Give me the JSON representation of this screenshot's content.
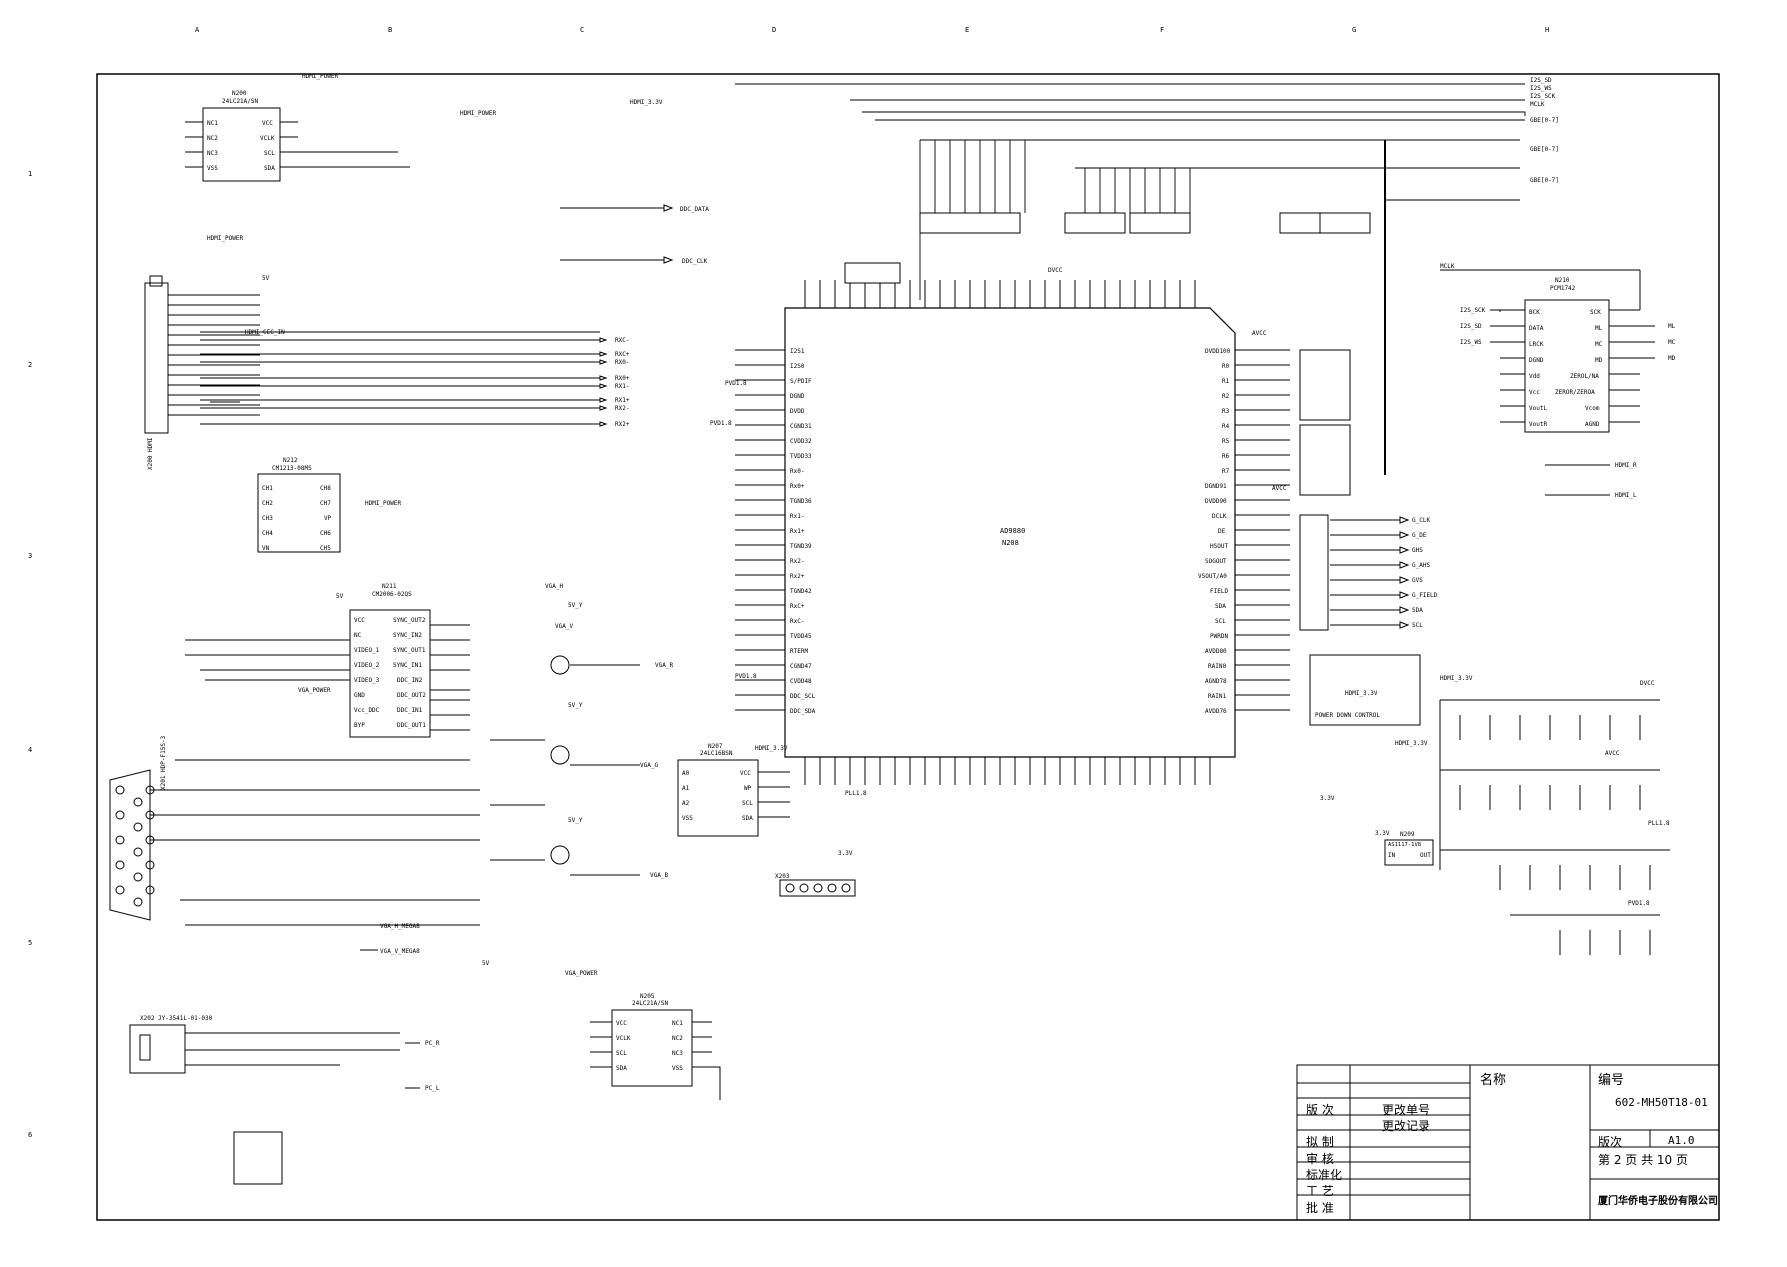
{
  "sheet": {
    "column_markers": [
      "A",
      "B",
      "C",
      "D",
      "E",
      "F",
      "G",
      "H"
    ],
    "row_markers": [
      "1",
      "2",
      "3",
      "4",
      "5",
      "6"
    ]
  },
  "ic_chips": [
    {
      "ref": "N200",
      "part": "24LC21A/SN",
      "pins_left": [
        "NC1",
        "NC2",
        "NC3",
        "VSS"
      ],
      "pins_right": [
        "VCC",
        "VCLK",
        "SCL",
        "SDA"
      ]
    },
    {
      "ref": "N212",
      "part": "CM1213-08MS",
      "pins_left": [
        "CH1",
        "CH2",
        "CH3",
        "CH4",
        "VN"
      ],
      "pins_right": [
        "CH8",
        "CH7",
        "VP",
        "CH6",
        "CH5"
      ]
    },
    {
      "ref": "N211",
      "part": "CM2006-02QS",
      "pins_left": [
        "VCC",
        "NC",
        "VIDEO_1",
        "VIDEO_2",
        "VIDEO_3",
        "GND",
        "Vcc_DDC",
        "BYP"
      ],
      "pins_right": [
        "SYNC_OUT2",
        "SYNC_IN2",
        "SYNC_OUT1",
        "SYNC_IN1",
        "DDC_IN2",
        "DDC_OUT2",
        "DDC_IN1",
        "DDC_OUT1"
      ]
    },
    {
      "ref": "N207",
      "part": "24LC16BSN",
      "pins_left": [
        "A0",
        "A1",
        "A2",
        "VSS"
      ],
      "pins_right": [
        "VCC",
        "WP",
        "SCL",
        "SDA"
      ]
    },
    {
      "ref": "N205",
      "part": "24LC21A/SN",
      "pins_left": [
        "VCC",
        "VCLK",
        "SCL",
        "SDA"
      ],
      "pins_right": [
        "NC1",
        "NC2",
        "NC3",
        "VSS"
      ]
    },
    {
      "ref": "N208",
      "part": "AD9880"
    },
    {
      "ref": "N210",
      "part": "PCM1742",
      "pins_left": [
        "BCK",
        "DATA",
        "LRCK",
        "DGND",
        "Vdd",
        "Vcc",
        "VoutL",
        "VoutR"
      ],
      "pins_right": [
        "SCK",
        "ML",
        "MC",
        "MD",
        "ZEROL/NA",
        "ZEROR/ZEROA",
        "Vcom",
        "AGND"
      ]
    },
    {
      "ref": "N209",
      "part": "AS1117-1V8",
      "pins": [
        "IN",
        "OUT"
      ]
    }
  ],
  "net_labels": {
    "left": [
      "HDMI_CEC_IN",
      "RXC-",
      "RXC+",
      "RX0-",
      "RX0+",
      "RX1-",
      "RX1+",
      "RX2-",
      "RX2+",
      "DDC_DATA",
      "DDC_CLK",
      "VGA_H",
      "VGA_V",
      "VGA_R",
      "VGA_G",
      "VGA_B",
      "VGA_H_MEGA8",
      "VGA_V_MEGA8",
      "PC_R",
      "PC_L"
    ],
    "bus": [
      "I2S_SD",
      "I2S_WS",
      "I2S_SCK",
      "MCLK",
      "GBE[0-7]",
      "GBE[0-7]",
      "GBE[0-7]"
    ],
    "right": [
      "G_CLK",
      "G_DE",
      "GHS",
      "G_AHS",
      "GVS",
      "G_FIELD",
      "SDA",
      "SCL",
      "HDMI_R",
      "HDMI_L",
      "ML",
      "MC",
      "MD",
      "MCLK",
      "I2S_SCK",
      "I2S_SD",
      "I2S_WS"
    ]
  },
  "power_rails": [
    "HDMI_POWER",
    "HDMI_3.3V",
    "5V",
    "DVCC",
    "AVCC",
    "PVD1.8",
    "PLL1.8",
    "3.3V",
    "VGA_POWER",
    "5V_Y"
  ],
  "connectors": [
    "X200 HDMI",
    "X201 HDP-F15S-3",
    "X202 JY-3541L-01-030",
    "X203"
  ],
  "ad9880_left_pins": [
    "I2S1",
    "I2S0",
    "S/PDIF",
    "DGND",
    "DVDD",
    "CGND31",
    "CVDD32",
    "TVDD33",
    "Rx0-",
    "Rx0+",
    "TGND36",
    "Rx1-",
    "Rx1+",
    "TGND39",
    "Rx2-",
    "Rx2+",
    "TGND42",
    "RxC+",
    "RxC-",
    "TVDD45",
    "RTERM",
    "CGND47",
    "CVDD48",
    "DDC_SCL",
    "DDC_SDA"
  ],
  "ad9880_right_pins": [
    "DVDD100",
    "R0",
    "R1",
    "R2",
    "R3",
    "R4",
    "R5",
    "R6",
    "R7",
    "DGND91",
    "DVDD90",
    "DCLK",
    "DE",
    "HSOUT",
    "SOGOUT",
    "VSOUT/A0",
    "FIELD",
    "SDA",
    "SCL",
    "PWRDN",
    "AVDD80",
    "RAIN0",
    "AGND78",
    "RAIN1",
    "AVDD76"
  ],
  "title_block": {
    "name_label": "名称",
    "number_label": "编号",
    "drawing_number": "602-MH50T18-01",
    "version_label": "版次",
    "version": "A1.0",
    "revision_col1": "版  次",
    "revision_col2": "更改单号",
    "change_record": "更改记录",
    "rows": [
      "拟  制",
      "审  核",
      "标准化",
      "工  艺",
      "批  准"
    ],
    "page": "第  2  页   共 10 页",
    "company": "厦门华侨电子股份有限公司"
  },
  "block_notes": [
    "POWER DOWN CONTROL"
  ]
}
